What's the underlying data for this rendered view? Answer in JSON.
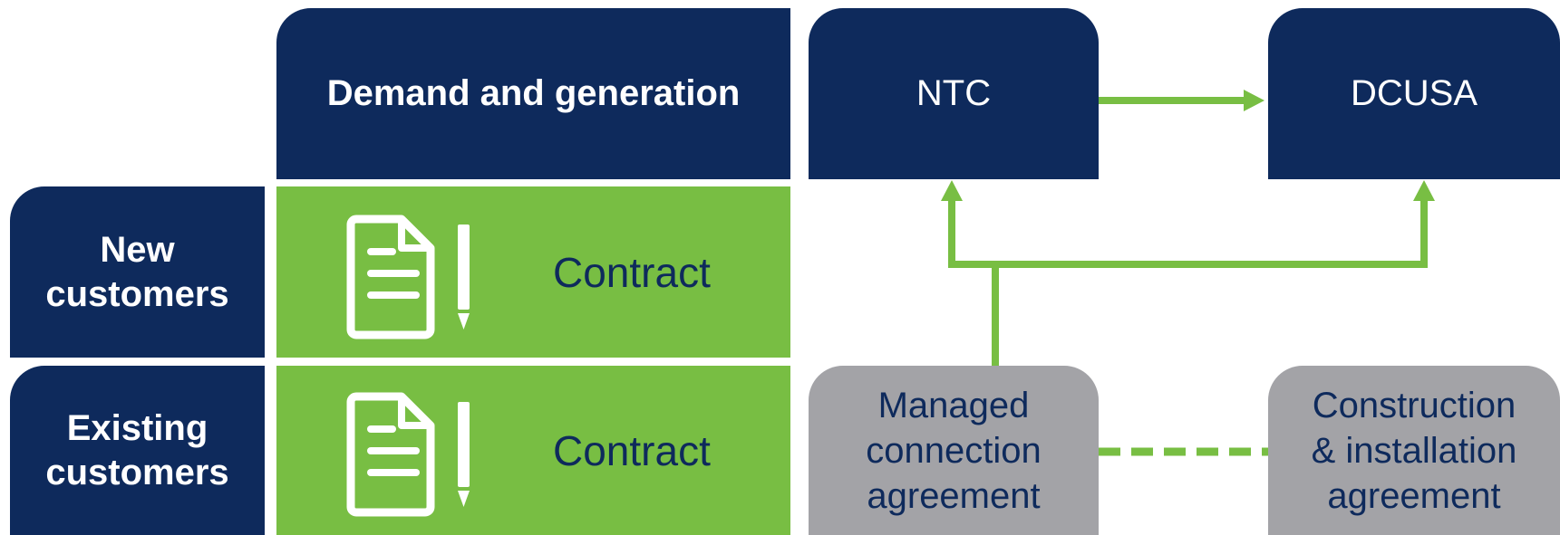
{
  "header": {
    "title": "Demand and generation"
  },
  "rows": [
    {
      "label": "New customers",
      "cell": "Contract",
      "icon": "contract-document-pencil-icon"
    },
    {
      "label": "Existing customers",
      "cell": "Contract",
      "icon": "contract-document-pencil-icon"
    }
  ],
  "boxes": {
    "ntc": "NTC",
    "dcusa": "DCUSA",
    "managed": "Managed connection agreement",
    "construction": "Construction & installation agreement"
  },
  "colors": {
    "navy": "#0e2a5c",
    "green": "#78be43",
    "grey": "#a3a3a7",
    "white": "#ffffff"
  }
}
